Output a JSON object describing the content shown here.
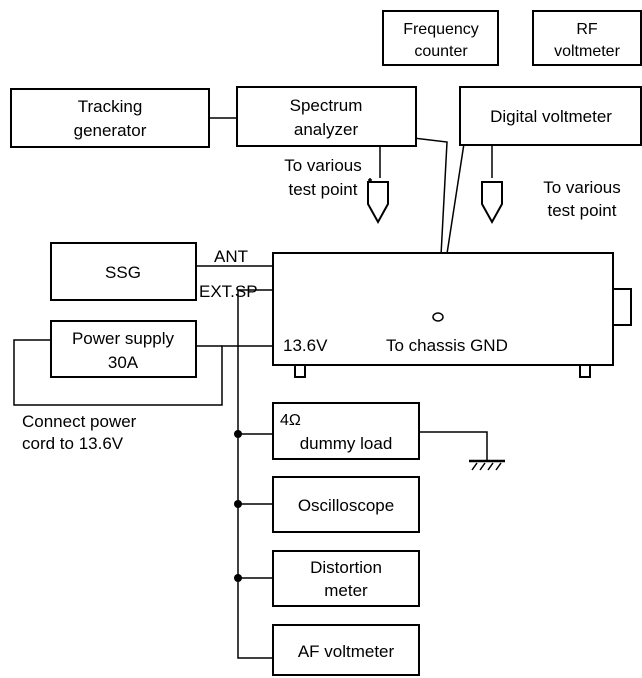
{
  "instruments": {
    "frequency_counter": [
      "Frequency",
      "counter"
    ],
    "rf_voltmeter": [
      "RF",
      "voltmeter"
    ],
    "tracking_generator": [
      "Tracking",
      "generator"
    ],
    "spectrum_analyzer": [
      "Spectrum",
      "analyzer"
    ],
    "digital_voltmeter": "Digital voltmeter",
    "ssg": "SSG",
    "power_supply": [
      "Power supply",
      "30A"
    ],
    "dummy_load": [
      "4Ω",
      "dummy load"
    ],
    "oscilloscope": "Oscilloscope",
    "distortion_meter": [
      "Distortion",
      "meter"
    ],
    "af_voltmeter": "AF voltmeter"
  },
  "labels": {
    "probe_left": [
      "To various",
      "test point"
    ],
    "probe_right": [
      "To various",
      "test point"
    ],
    "ant": "ANT",
    "ext_sp": "EXT.SP",
    "v136": "13.6V",
    "chassis_gnd": "To chassis GND",
    "power_note": [
      "Connect power",
      "cord to 13.6V"
    ]
  }
}
